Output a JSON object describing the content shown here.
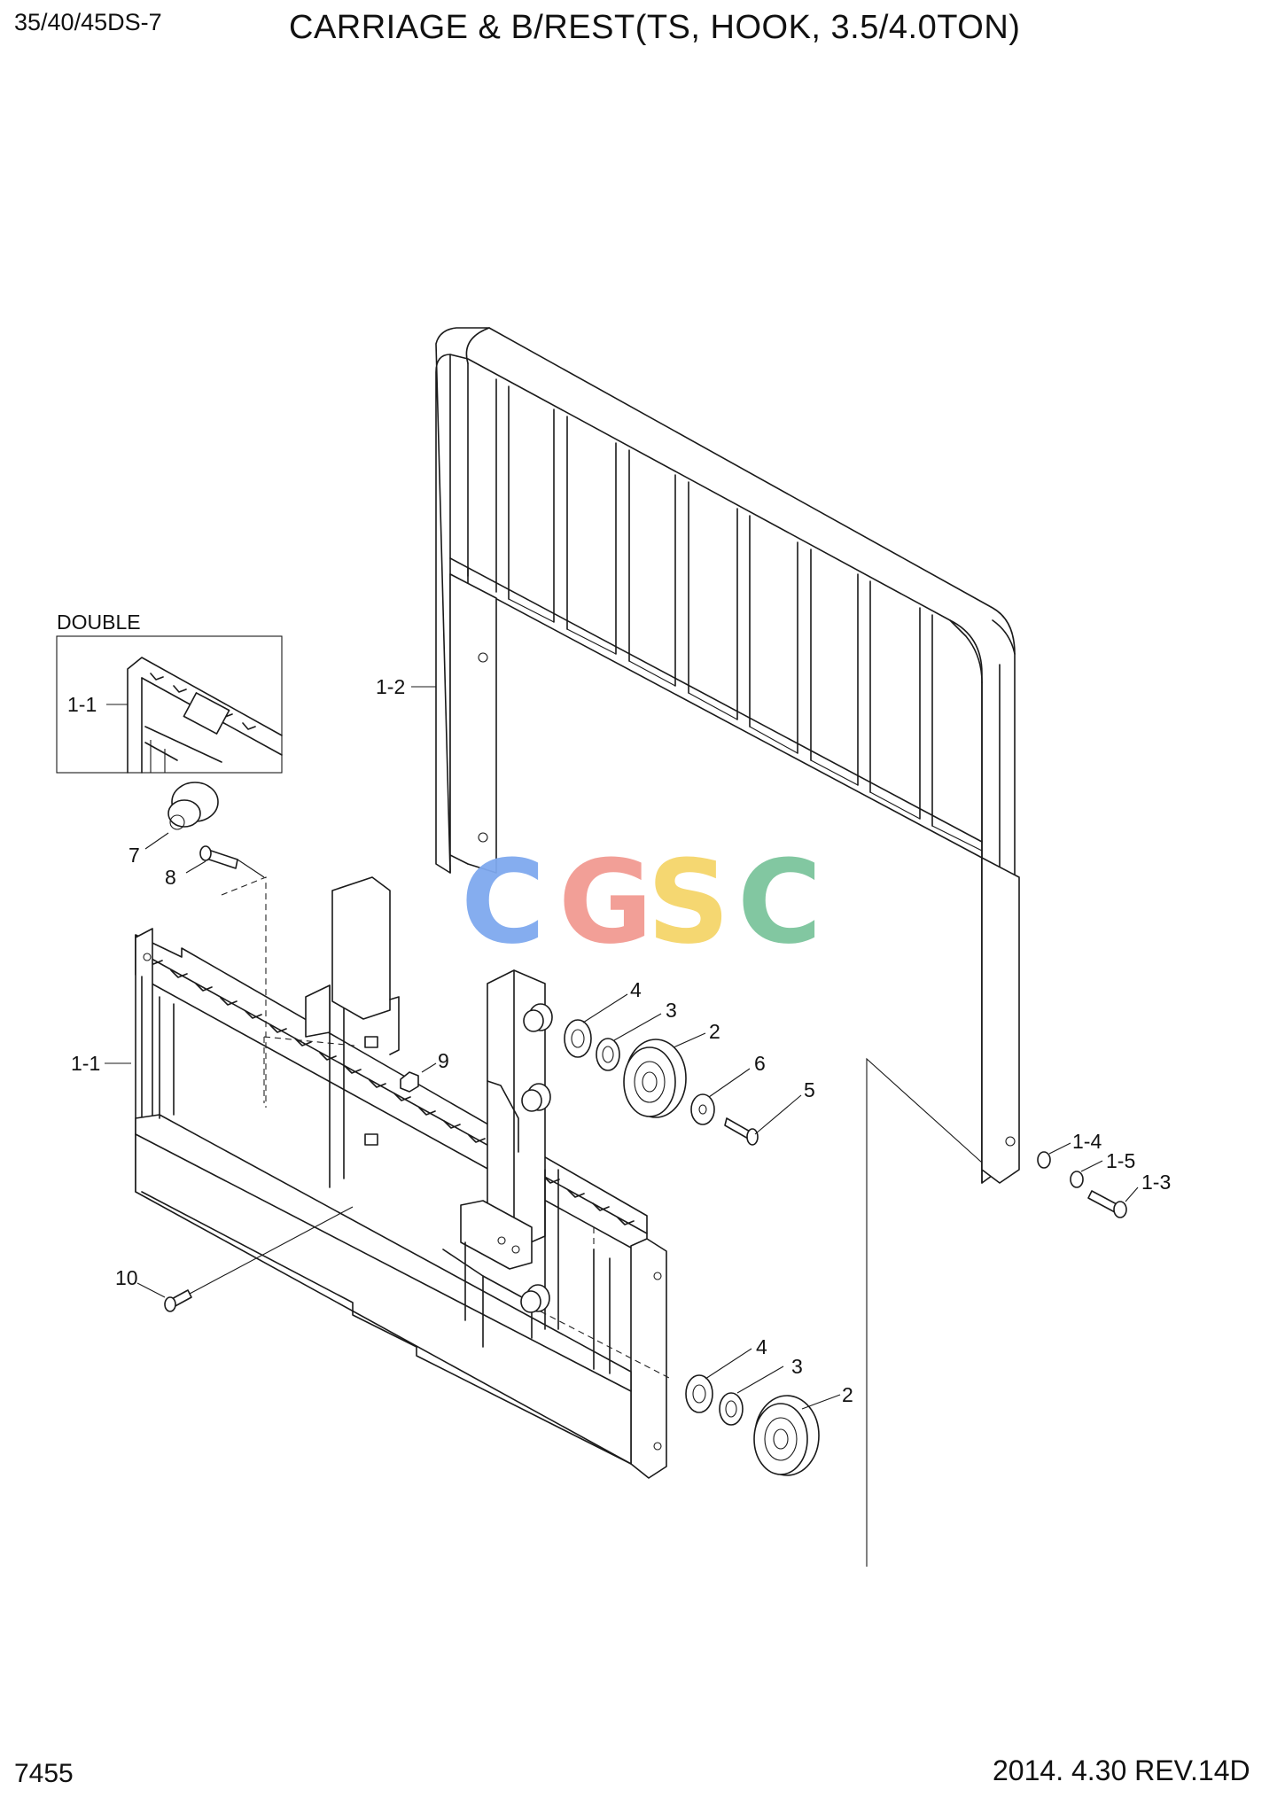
{
  "header": {
    "model": "35/40/45DS-7",
    "title": "CARRIAGE & B/REST(TS, HOOK, 3.5/4.0TON)"
  },
  "footer": {
    "page_number": "7455",
    "revision_date": "2014. 4.30  REV.14D"
  },
  "inset": {
    "caption": "DOUBLE",
    "label": "1-1"
  },
  "watermark": {
    "letters": [
      "C",
      "G",
      "S",
      "C"
    ],
    "colors": [
      "#7fa9ef",
      "#f29a92",
      "#f5d56a",
      "#7cc59c"
    ]
  },
  "callouts": {
    "backrest": "1-2",
    "carriage": "1-1",
    "item_7": "7",
    "item_8": "8",
    "item_9": "9",
    "item_10": "10",
    "upper_washer": "4",
    "upper_shim": "3",
    "upper_roller": "2",
    "item_6": "6",
    "item_5": "5",
    "item_1_4": "1-4",
    "item_1_5": "1-5",
    "item_1_3": "1-3",
    "lower_washer": "4",
    "lower_shim": "3",
    "lower_roller": "2"
  }
}
